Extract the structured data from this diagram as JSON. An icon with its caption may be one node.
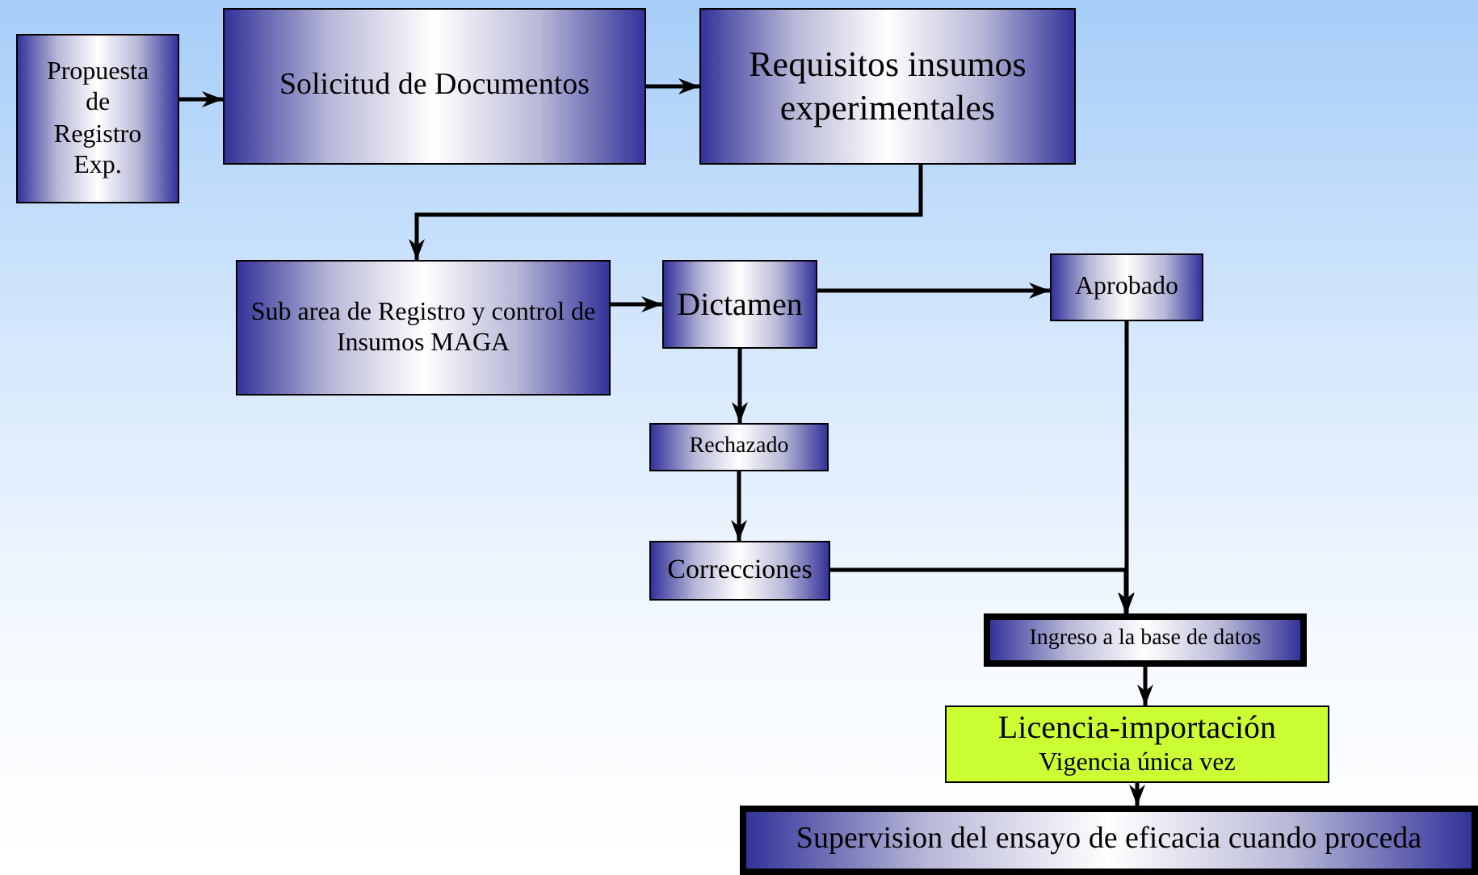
{
  "diagram": {
    "nodes": [
      {
        "text": [
          "Propuesta de Registro Exp."
        ]
      },
      {
        "text": [
          "Solicitud de Documentos"
        ]
      },
      {
        "text": [
          "Requisitos insumos experimentales"
        ]
      },
      {
        "text": [
          "Sub area de Registro y control de Insumos MAGA"
        ]
      },
      {
        "text": [
          "Dictamen"
        ]
      },
      {
        "text": [
          "Aprobado"
        ]
      },
      {
        "text": [
          "Rechazado"
        ]
      },
      {
        "text": [
          "Correcciones"
        ]
      },
      {
        "text": [
          "Ingreso a la base de datos"
        ]
      },
      {
        "text": [
          "Licencia-importación",
          "Vigencia única vez"
        ]
      },
      {
        "text": [
          "Supervision del ensayo de eficacia cuando proceda"
        ]
      }
    ],
    "edges": [
      {
        "from": 0,
        "to": 1,
        "arrow": "to"
      },
      {
        "from": 1,
        "to": 2,
        "arrow": "to"
      },
      {
        "from": 2,
        "to": 3,
        "arrow": "to"
      },
      {
        "from": 3,
        "to": 4,
        "arrow": "to"
      },
      {
        "from": 4,
        "to": 5,
        "arrow": "to"
      },
      {
        "from": 4,
        "to": 6,
        "arrow": "to"
      },
      {
        "from": 6,
        "to": 7,
        "arrow": "to"
      },
      {
        "from": 5,
        "to": 8,
        "arrow": "to"
      },
      {
        "from": 7,
        "to": 8,
        "arrow": "to"
      },
      {
        "from": 8,
        "to": 9,
        "arrow": "to"
      },
      {
        "from": 9,
        "to": 10,
        "arrow": "to"
      }
    ]
  }
}
